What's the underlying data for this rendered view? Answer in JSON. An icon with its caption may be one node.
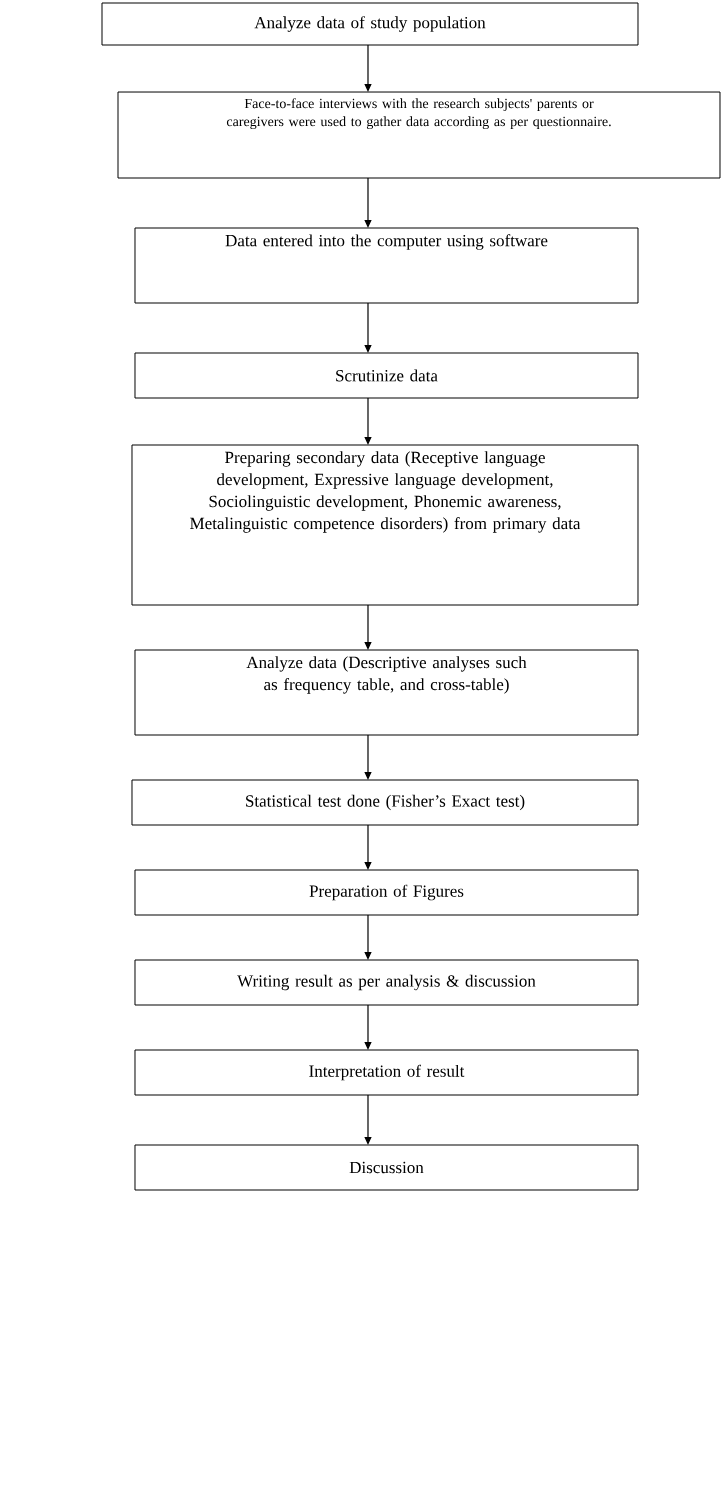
{
  "diagram": {
    "nodes": [
      {
        "text": [
          "Analyze data of study population"
        ]
      },
      {
        "text": [
          "Face-to-face interviews with the research subjects' parents or caregivers were used to gather data according as per questionnaire."
        ]
      },
      {
        "text": [
          "Data entered into the computer using software"
        ]
      },
      {
        "text": [
          "Scrutinize data"
        ]
      },
      {
        "text": [
          "Preparing secondary data (Receptive language development, Expressive language development, Sociolinguistic development, Phonemic awareness, Metalinguistic competence disorders) from primary data"
        ]
      },
      {
        "text": [
          "Analyze data (Descriptive analyses such as frequency table, and cross-table)"
        ]
      },
      {
        "text": [
          "Statistical test done (Fisher’s Exact test)"
        ]
      },
      {
        "text": [
          "Preparation of Figures"
        ]
      },
      {
        "text": [
          "Writing result as per analysis & discussion"
        ]
      },
      {
        "text": [
          "Interpretation of result"
        ]
      },
      {
        "text": [
          "Discussion"
        ]
      }
    ],
    "edges": [
      {
        "from": 0,
        "to": 1,
        "arrow": "to"
      },
      {
        "from": 1,
        "to": 2,
        "arrow": "to"
      },
      {
        "from": 2,
        "to": 3,
        "arrow": "to"
      },
      {
        "from": 3,
        "to": 4,
        "arrow": "to"
      },
      {
        "from": 4,
        "to": 5,
        "arrow": "to"
      },
      {
        "from": 5,
        "to": 6,
        "arrow": "to"
      },
      {
        "from": 6,
        "to": 7,
        "arrow": "to"
      },
      {
        "from": 7,
        "to": 8,
        "arrow": "to"
      },
      {
        "from": 8,
        "to": 9,
        "arrow": "to"
      },
      {
        "from": 9,
        "to": 10,
        "arrow": "to"
      }
    ]
  }
}
